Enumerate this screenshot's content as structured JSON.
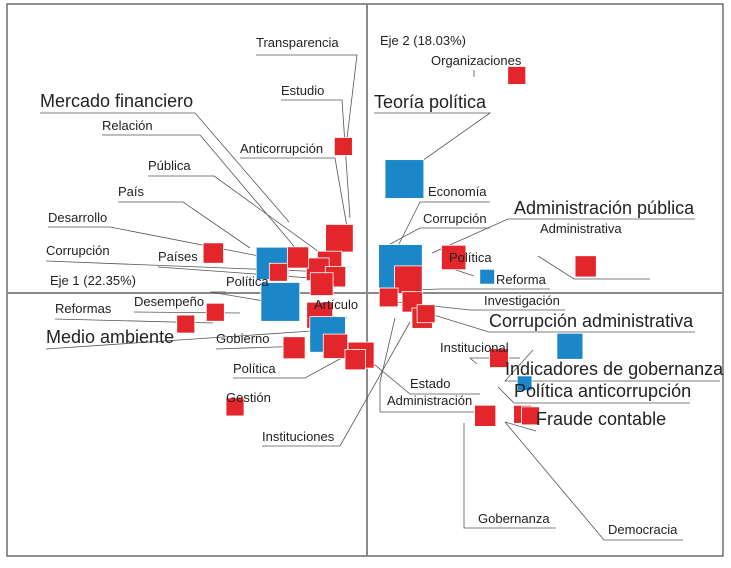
{
  "chart_data": {
    "type": "scatter",
    "title": "",
    "axis_labels": {
      "x": "Eje 1 (22.35%)",
      "y": "Eje 2 (18.03%)"
    },
    "colors": {
      "red_group": "#e3262b",
      "blue_group": "#1b86c8",
      "axis": "#8a8a8a",
      "leader": "#555555",
      "frame": "#4a4a4a"
    },
    "points": [
      {
        "label": "Transparencia",
        "x": -0.12,
        "y": 0.99,
        "size": 1.0,
        "color": "red",
        "emphasis": false
      },
      {
        "label": "Organizaciones",
        "x": 0.76,
        "y": 1.47,
        "size": 1.0,
        "color": "red",
        "emphasis": false
      },
      {
        "label": "Estudio",
        "x": -0.14,
        "y": 0.37,
        "size": 2.2,
        "color": "red",
        "emphasis": false
      },
      {
        "label": "Teoría política",
        "x": 0.19,
        "y": 0.77,
        "size": 3.6,
        "color": "blue",
        "emphasis": true
      },
      {
        "label": "Mercado financiero",
        "x": -0.48,
        "y": 0.2,
        "size": 2.8,
        "color": "blue",
        "emphasis": true
      },
      {
        "label": "Relación",
        "x": -0.45,
        "y": 0.14,
        "size": 1.0,
        "color": "red",
        "emphasis": false
      },
      {
        "label": "Anticorrupción",
        "x": -0.19,
        "y": 0.2,
        "size": 1.8,
        "color": "red",
        "emphasis": false
      },
      {
        "label": "Pública",
        "x": -0.25,
        "y": 0.16,
        "size": 1.6,
        "color": "red",
        "emphasis": false
      },
      {
        "label": "País",
        "x": -0.35,
        "y": 0.24,
        "size": 1.4,
        "color": "red",
        "emphasis": false
      },
      {
        "label": "Desarrollo",
        "x": -0.78,
        "y": 0.27,
        "size": 1.3,
        "color": "red",
        "emphasis": false
      },
      {
        "label": "Economía",
        "x": 0.17,
        "y": 0.18,
        "size": 4.2,
        "color": "blue",
        "emphasis": false
      },
      {
        "label": "Corrupción",
        "x": 0.21,
        "y": 0.09,
        "size": 2.2,
        "color": "red",
        "emphasis": false
      },
      {
        "label": "Administración pública",
        "x": 0.44,
        "y": 0.24,
        "size": 1.8,
        "color": "red",
        "emphasis": true
      },
      {
        "label": "Administrativa",
        "x": 1.11,
        "y": 0.18,
        "size": 1.4,
        "color": "red",
        "emphasis": false
      },
      {
        "label": "Corrupción",
        "x": -0.16,
        "y": 0.11,
        "size": 1.3,
        "color": "red",
        "emphasis": false
      },
      {
        "label": "Países",
        "x": -0.23,
        "y": 0.06,
        "size": 1.6,
        "color": "red",
        "emphasis": false
      },
      {
        "label": "Política",
        "x": 0.61,
        "y": 0.11,
        "size": 0.6,
        "color": "blue",
        "emphasis": false
      },
      {
        "label": "Reforma",
        "x": 0.11,
        "y": -0.03,
        "size": 1.1,
        "color": "red",
        "emphasis": false
      },
      {
        "label": "Investigación",
        "x": 0.23,
        "y": -0.06,
        "size": 1.3,
        "color": "red",
        "emphasis": false
      },
      {
        "label": "Política",
        "x": -0.44,
        "y": -0.06,
        "size": 3.6,
        "color": "blue",
        "emphasis": false
      },
      {
        "label": "Artículo",
        "x": -0.24,
        "y": -0.15,
        "size": 2.0,
        "color": "red",
        "emphasis": false
      },
      {
        "label": "Corrupción administrativa",
        "x": 0.28,
        "y": -0.17,
        "size": 1.3,
        "color": "red",
        "emphasis": true
      },
      {
        "label": "Reformas",
        "x": -0.92,
        "y": -0.21,
        "size": 1.0,
        "color": "red",
        "emphasis": false
      },
      {
        "label": "Desempeño",
        "x": -0.77,
        "y": -0.13,
        "size": 1.0,
        "color": "red",
        "emphasis": false
      },
      {
        "label": "Medio ambiente",
        "x": -0.2,
        "y": -0.28,
        "size": 3.2,
        "color": "blue",
        "emphasis": true
      },
      {
        "label": "Gobierno",
        "x": -0.37,
        "y": -0.37,
        "size": 1.5,
        "color": "red",
        "emphasis": false
      },
      {
        "label": "Política",
        "x": -0.03,
        "y": -0.42,
        "size": 2.0,
        "color": "red",
        "emphasis": false
      },
      {
        "label": "Institucional",
        "x": 0.67,
        "y": -0.44,
        "size": 1.1,
        "color": "red",
        "emphasis": false
      },
      {
        "label": "Indicadores de gobernanza",
        "x": 1.03,
        "y": -0.36,
        "size": 2.0,
        "color": "blue",
        "emphasis": true
      },
      {
        "label": "Política anticorrupción",
        "x": 0.8,
        "y": -0.61,
        "size": 0.6,
        "color": "blue",
        "emphasis": true
      },
      {
        "label": "Estado",
        "x": -0.16,
        "y": -0.36,
        "size": 1.8,
        "color": "red",
        "emphasis": false
      },
      {
        "label": "Administración",
        "x": -0.06,
        "y": -0.45,
        "size": 1.3,
        "color": "red",
        "emphasis": false
      },
      {
        "label": "Fraude contable",
        "x": 0.79,
        "y": -0.82,
        "size": 1.0,
        "color": "red",
        "emphasis": true
      },
      {
        "label": "Gobernanza",
        "x": 0.6,
        "y": -0.83,
        "size": 1.4,
        "color": "red",
        "emphasis": false
      },
      {
        "label": "Democracia",
        "x": 0.83,
        "y": -0.83,
        "size": 1.0,
        "color": "red",
        "emphasis": false
      },
      {
        "label": "Gestión",
        "x": -0.67,
        "y": -0.77,
        "size": 1.0,
        "color": "red",
        "emphasis": false
      },
      {
        "label": "Instituciones",
        "x": 0.3,
        "y": -0.14,
        "size": 1.0,
        "color": "red",
        "emphasis": false
      }
    ]
  }
}
